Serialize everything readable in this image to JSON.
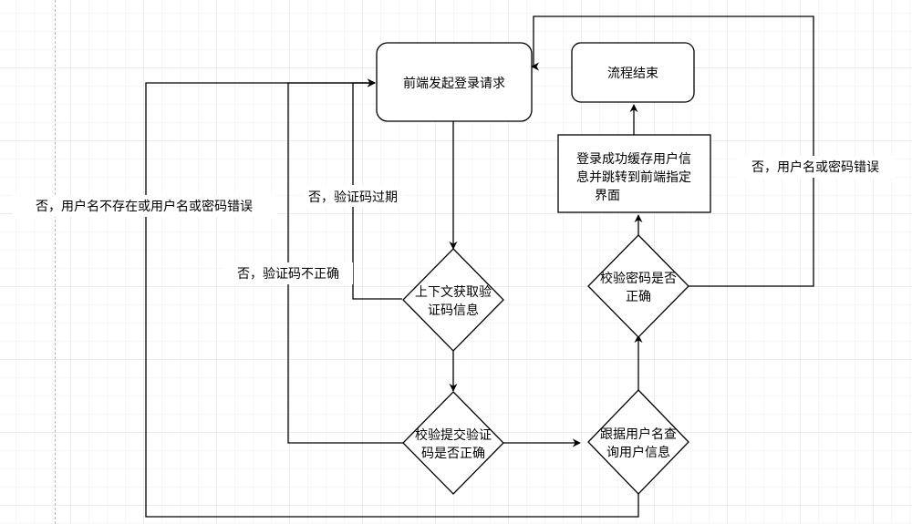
{
  "diagram": {
    "nodes": {
      "start": {
        "label": "前端发起登录请求"
      },
      "end": {
        "label": "流程结束"
      },
      "success": {
        "line1": "登录成功缓存用户信",
        "line2": "息并跳转到前端指定",
        "line3": "界面"
      },
      "get_captcha": {
        "line1": "上下文获取验",
        "line2": "证码信息"
      },
      "check_captcha": {
        "line1": "校验提交验证",
        "line2": "码是否正确"
      },
      "query_user": {
        "line1": "跟据用户名查",
        "line2": "询用户信息"
      },
      "check_password": {
        "line1": "校验密码是否",
        "line2": "正确"
      }
    },
    "edge_labels": {
      "captcha_expired": "否，验证码过期",
      "captcha_wrong": "否，验证码不正确",
      "user_not_exist": "否，用户名不存在或用户名或密码错误",
      "password_wrong": "否，用户名或密码错误"
    },
    "colors": {
      "stroke": "#000000",
      "text": "#000000",
      "grid": "#ececec",
      "background": "#ffffff"
    }
  }
}
